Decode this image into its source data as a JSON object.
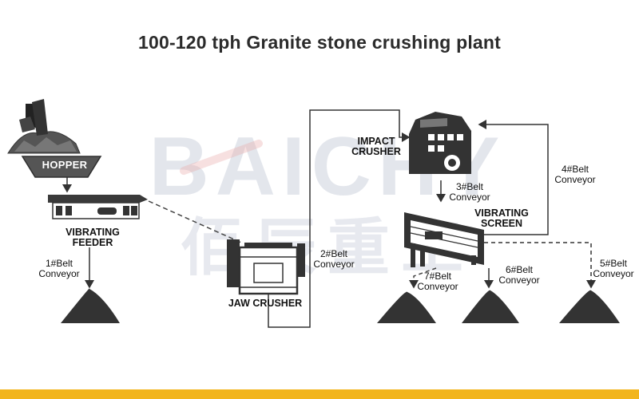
{
  "title": "100-120 tph Granite stone crushing plant",
  "watermark": {
    "latin": "BAICHY",
    "cjk": "佰辰重工"
  },
  "labels": {
    "hopper": "HOPPER",
    "vibrating_feeder_1": "VIBRATING",
    "vibrating_feeder_2": "FEEDER",
    "belt1_1": "1#Belt",
    "belt1_2": "Conveyor",
    "jaw_crusher": "JAW CRUSHER",
    "belt2_1": "2#Belt",
    "belt2_2": "Conveyor",
    "impact_crusher_1": "IMPACT",
    "impact_crusher_2": "CRUSHER",
    "belt3_1": "3#Belt",
    "belt3_2": "Conveyor",
    "belt4_1": "4#Belt",
    "belt4_2": "Conveyor",
    "vibrating_screen_1": "VIBRATING",
    "vibrating_screen_2": "SCREEN",
    "belt5_1": "5#Belt",
    "belt5_2": "Conveyor",
    "belt6_1": "6#Belt",
    "belt6_2": "Conveyor",
    "belt7_1": "7#Belt",
    "belt7_2": "Conveyor"
  },
  "colors": {
    "accent_bar": "#f2b51c",
    "machine": "#3a3a3a",
    "line": "#333333"
  }
}
